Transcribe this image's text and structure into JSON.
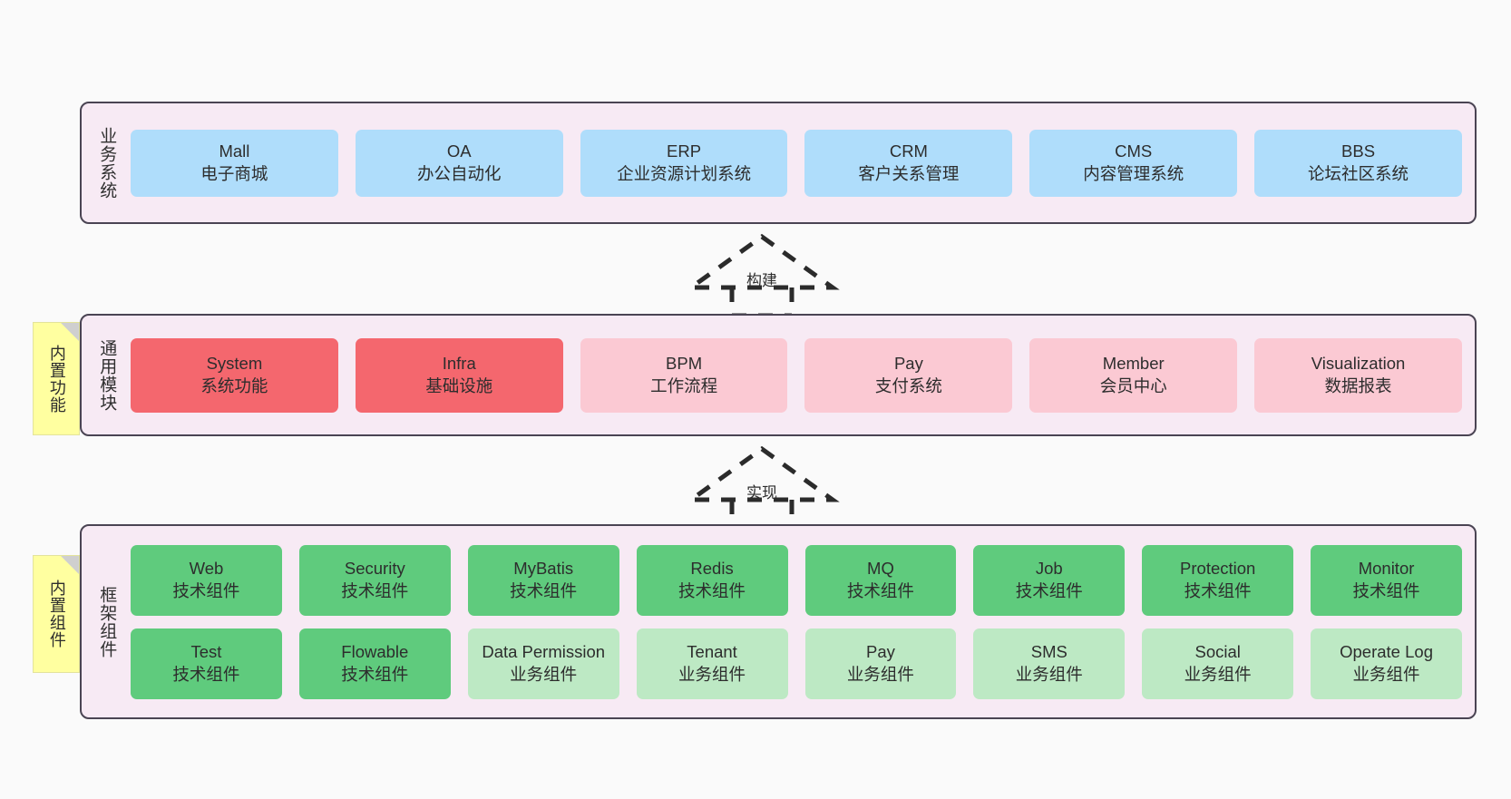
{
  "diagram": {
    "background_color": "#fafafa",
    "panel_color": "#f7eaf4",
    "panel_border_color": "#4a4453",
    "sticky_color": "#ffffa0"
  },
  "layers": [
    {
      "id": "business-system",
      "title": "业务系统",
      "card_color": "#afddfb",
      "cards": [
        {
          "en": "Mall",
          "cn": "电子商城"
        },
        {
          "en": "OA",
          "cn": "办公自动化"
        },
        {
          "en": "ERP",
          "cn": "企业资源计划系统"
        },
        {
          "en": "CRM",
          "cn": "客户关系管理"
        },
        {
          "en": "CMS",
          "cn": "内容管理系统"
        },
        {
          "en": "BBS",
          "cn": "论坛社区系统"
        }
      ]
    },
    {
      "id": "common-module",
      "title": "通用模块",
      "sticky": "内置功能",
      "card_color_primary": "#f4676e",
      "card_color_secondary": "#fbc9d3",
      "cards": [
        {
          "en": "System",
          "cn": "系统功能",
          "style": "red"
        },
        {
          "en": "Infra",
          "cn": "基础设施",
          "style": "red"
        },
        {
          "en": "BPM",
          "cn": "工作流程",
          "style": "pink"
        },
        {
          "en": "Pay",
          "cn": "支付系统",
          "style": "pink"
        },
        {
          "en": "Member",
          "cn": "会员中心",
          "style": "pink"
        },
        {
          "en": "Visualization",
          "cn": "数据报表",
          "style": "pink"
        }
      ]
    },
    {
      "id": "framework-component",
      "title": "框架组件",
      "sticky": "内置组件",
      "card_color_primary": "#5fcb7d",
      "card_color_secondary": "#bde9c4",
      "rows": [
        [
          {
            "en": "Web",
            "cn": "技术组件",
            "style": "green"
          },
          {
            "en": "Security",
            "cn": "技术组件",
            "style": "green"
          },
          {
            "en": "MyBatis",
            "cn": "技术组件",
            "style": "green"
          },
          {
            "en": "Redis",
            "cn": "技术组件",
            "style": "green"
          },
          {
            "en": "MQ",
            "cn": "技术组件",
            "style": "green"
          },
          {
            "en": "Job",
            "cn": "技术组件",
            "style": "green"
          },
          {
            "en": "Protection",
            "cn": "技术组件",
            "style": "green"
          },
          {
            "en": "Monitor",
            "cn": "技术组件",
            "style": "green"
          }
        ],
        [
          {
            "en": "Test",
            "cn": "技术组件",
            "style": "green"
          },
          {
            "en": "Flowable",
            "cn": "技术组件",
            "style": "green"
          },
          {
            "en": "Data Permission",
            "cn": "业务组件",
            "style": "lightgreen"
          },
          {
            "en": "Tenant",
            "cn": "业务组件",
            "style": "lightgreen"
          },
          {
            "en": "Pay",
            "cn": "业务组件",
            "style": "lightgreen"
          },
          {
            "en": "SMS",
            "cn": "业务组件",
            "style": "lightgreen"
          },
          {
            "en": "Social",
            "cn": "业务组件",
            "style": "lightgreen"
          },
          {
            "en": "Operate Log",
            "cn": "业务组件",
            "style": "lightgreen"
          }
        ]
      ]
    }
  ],
  "connectors": [
    {
      "id": "build",
      "label": "构建",
      "from": "common-module",
      "to": "business-system"
    },
    {
      "id": "realize",
      "label": "实现",
      "from": "framework-component",
      "to": "common-module"
    }
  ]
}
